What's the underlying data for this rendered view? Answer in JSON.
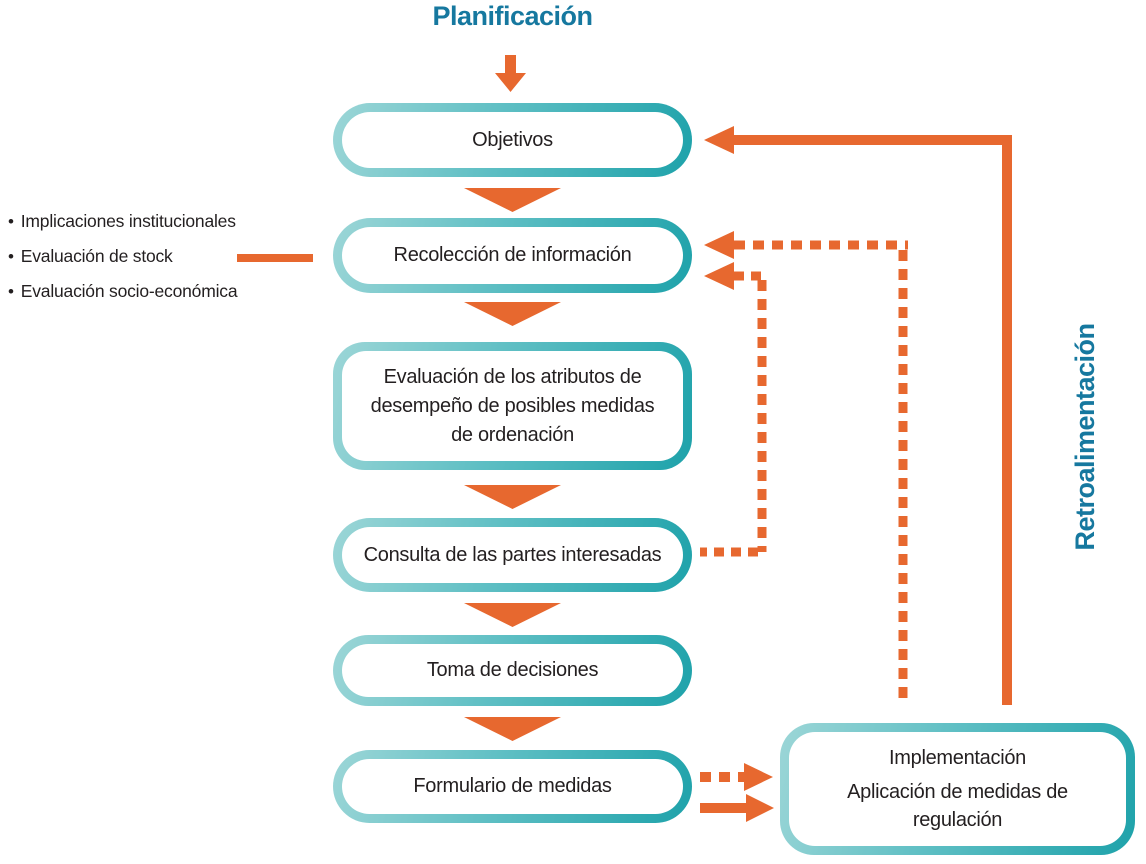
{
  "diagram": {
    "title": "Planificación",
    "feedback_label": "Retroalimentación",
    "bullet": "•",
    "side_notes": [
      "Implicaciones institucionales",
      "Evaluación de stock",
      "Evaluación socio-económica"
    ],
    "boxes": {
      "objetivos": "Objetivos",
      "recoleccion": "Recolección de información",
      "evaluacion": "Evaluación de los atributos de desempeño de posibles medidas de ordenación",
      "consulta": "Consulta de las partes interesadas",
      "toma": "Toma de decisiones",
      "formulario": "Formulario de medidas",
      "implementacion_line1": "Implementación",
      "implementacion_line2": "Aplicación de medidas de regulación"
    },
    "colors": {
      "orange": "#E7682F",
      "teal_border_dark": "#1EA2AA",
      "teal_border_light": "#9CD6D7",
      "heading_teal": "#16789F",
      "box_text": "#231F20"
    }
  }
}
